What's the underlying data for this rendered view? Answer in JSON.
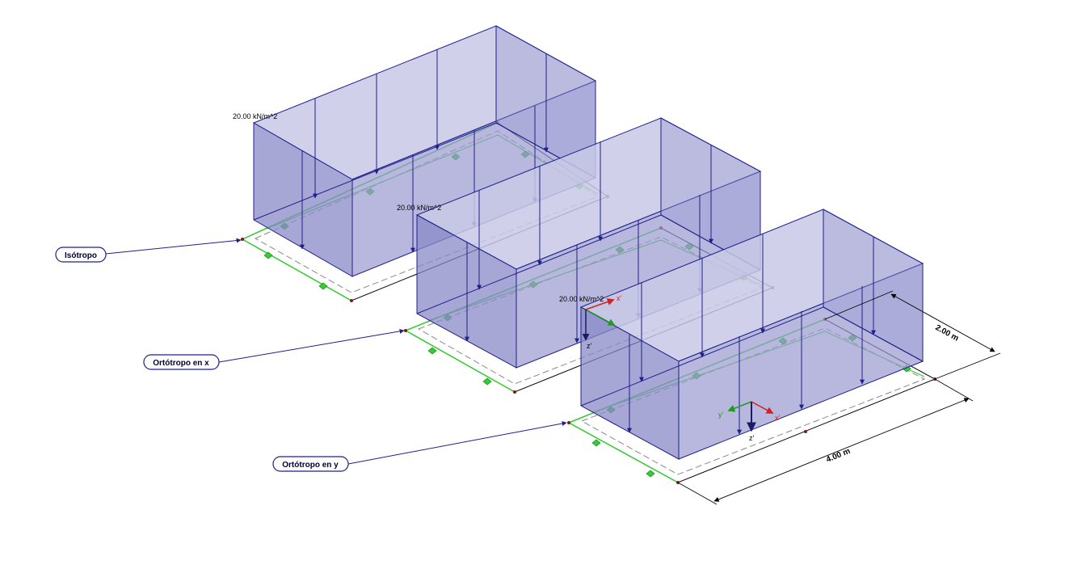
{
  "labels": {
    "isotropic": "Isótropo",
    "orthotropic_x": "Ortótropo en x",
    "orthotropic_y": "Ortótropo en y"
  },
  "loads": {
    "slab1": "20.00 kN/m^2",
    "slab2": "20.00 kN/m^2",
    "slab3": "20.00 kN/m^2"
  },
  "dimensions": {
    "width": "2.00 m",
    "length": "4.00 m"
  },
  "axes": {
    "x": "x'",
    "y": "y'",
    "z": "z'"
  },
  "colors": {
    "load_fill": "#9a9ad2",
    "load_edge": "#1f1f8a",
    "support": "#33cc33",
    "leader": "#1f1f8a",
    "axis_x": "#cc2222",
    "axis_y": "#229922",
    "axis_z": "#1a1a66"
  }
}
